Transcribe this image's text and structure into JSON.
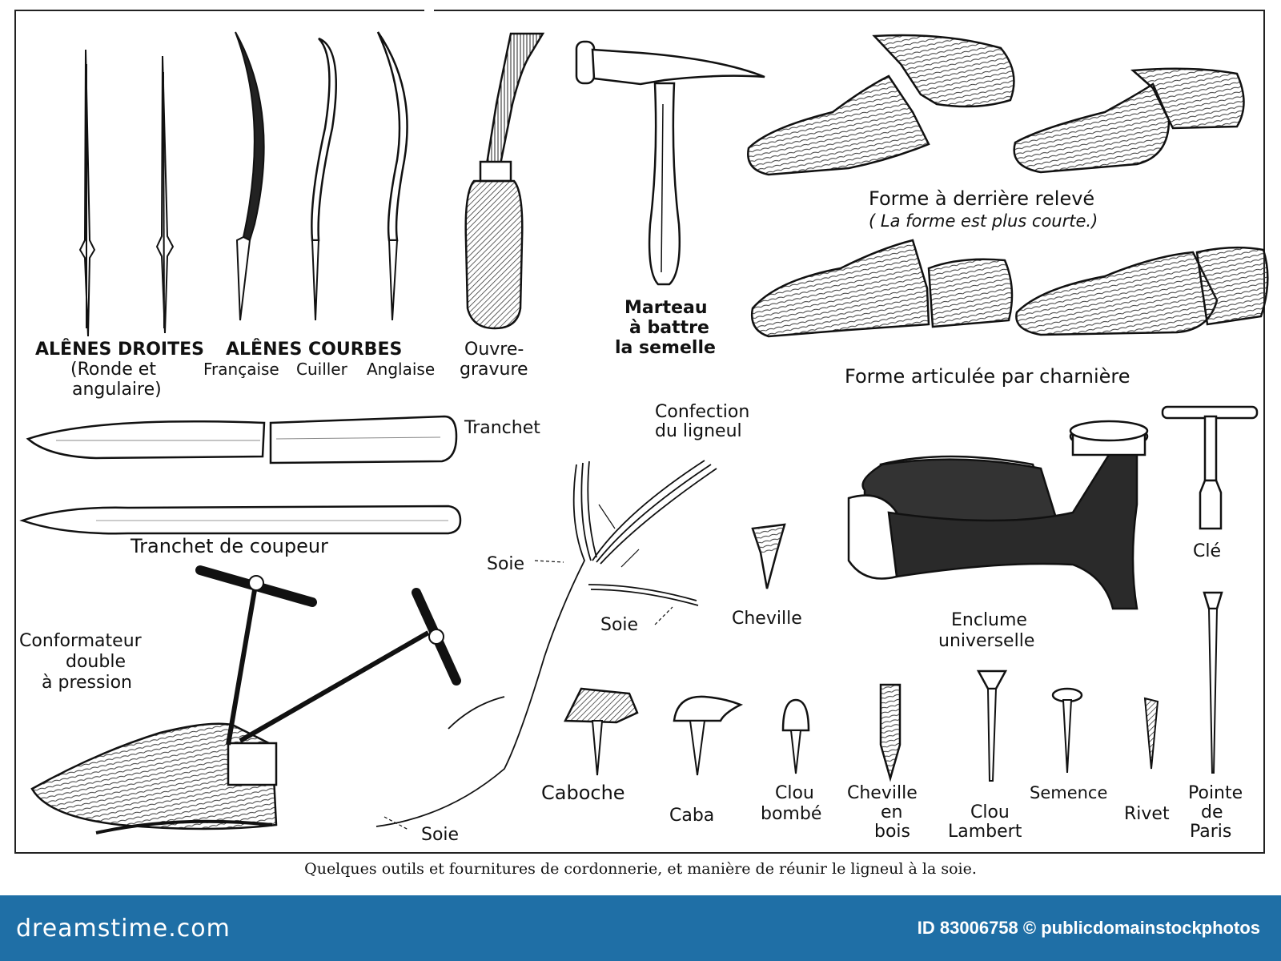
{
  "labels": {
    "alenes_droites_title": "ALÊNES DROITES",
    "alenes_droites_sub1": "(Ronde et",
    "alenes_droites_sub2": "angulaire)",
    "alenes_courbes_title": "ALÊNES COURBES",
    "alenes_francaise": "Française",
    "alenes_cuiller": "Cuiller",
    "alenes_anglaise": "Anglaise",
    "ouvre_gravure_1": "Ouvre-",
    "ouvre_gravure_2": "gravure",
    "marteau_1": "Marteau",
    "marteau_2": "à battre",
    "marteau_3": "la semelle",
    "forme_derriere": "Forme à derrière relevé",
    "forme_derriere_note": "( La forme est plus courte.)",
    "forme_articulee": "Forme articulée par charnière",
    "tranchet": "Tranchet",
    "tranchet_coupeur": "Tranchet de coupeur",
    "confection_1": "Confection",
    "confection_2": "du ligneul",
    "soie_1": "Soie",
    "soie_2": "Soie",
    "soie_3": "Soie",
    "conformateur_1": "Conformateur",
    "conformateur_2": "double",
    "conformateur_3": "à pression",
    "cheville": "Cheville",
    "enclume_1": "Enclume",
    "enclume_2": "universelle",
    "cle": "Clé",
    "caboche": "Caboche",
    "caba": "Caba",
    "clou_bombe_1": "Clou",
    "clou_bombe_2": "bombé",
    "cheville_bois_1": "Cheville",
    "cheville_bois_2": "en",
    "cheville_bois_3": "bois",
    "clou_lambert_1": "Clou",
    "clou_lambert_2": "Lambert",
    "semence": "Semence",
    "rivet": "Rivet",
    "pointe_1": "Pointe",
    "pointe_2": "de",
    "pointe_3": "Paris"
  },
  "caption": "Quelques outils et fournitures de cordonnerie, et manière de réunir le ligneul à la soie.",
  "footer": {
    "brand": "dreamstime.com",
    "meta": "ID 83006758 © publicdomainstockphotos",
    "color": "#1f6fa6"
  },
  "icons": [
    "copyright-icon"
  ]
}
